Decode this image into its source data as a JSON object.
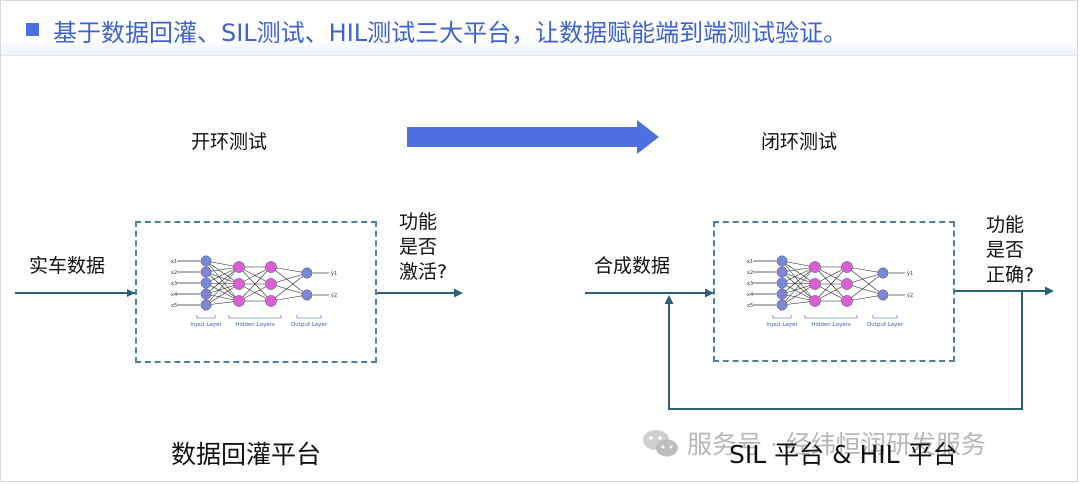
{
  "title": "基于数据回灌、SIL测试、HIL测试三大平台，让数据赋能端到端测试验证。",
  "open_loop": {
    "heading": "开环测试",
    "input_label": "实车数据",
    "output_lines": [
      "功能",
      "是否",
      "激活?"
    ],
    "platform_label": "数据回灌平台"
  },
  "closed_loop": {
    "heading": "闭环测试",
    "input_label": "合成数据",
    "output_lines": [
      "功能",
      "是否",
      "正确?"
    ],
    "platform_label": "SIL 平台 & HIL 平台"
  },
  "nn_diagram": {
    "layer_labels": [
      "Input Layer",
      "Hidden Layers",
      "Output Layer"
    ],
    "input_labels": [
      "x1",
      "x2",
      "x3",
      "x4",
      "x5"
    ],
    "output_labels": [
      "ŷ1",
      "ŷ2"
    ]
  },
  "watermark": "服务号 · 经纬恒润研发服务",
  "colors": {
    "title": "#3d62d6",
    "big_arrow": "#4f6fe0",
    "flow_line": "#2a6173",
    "dashed_box": "#4e7fa3",
    "input_node": "#7b86d9",
    "hidden_node": "#d95fd4",
    "output_node": "#7b86d9"
  }
}
